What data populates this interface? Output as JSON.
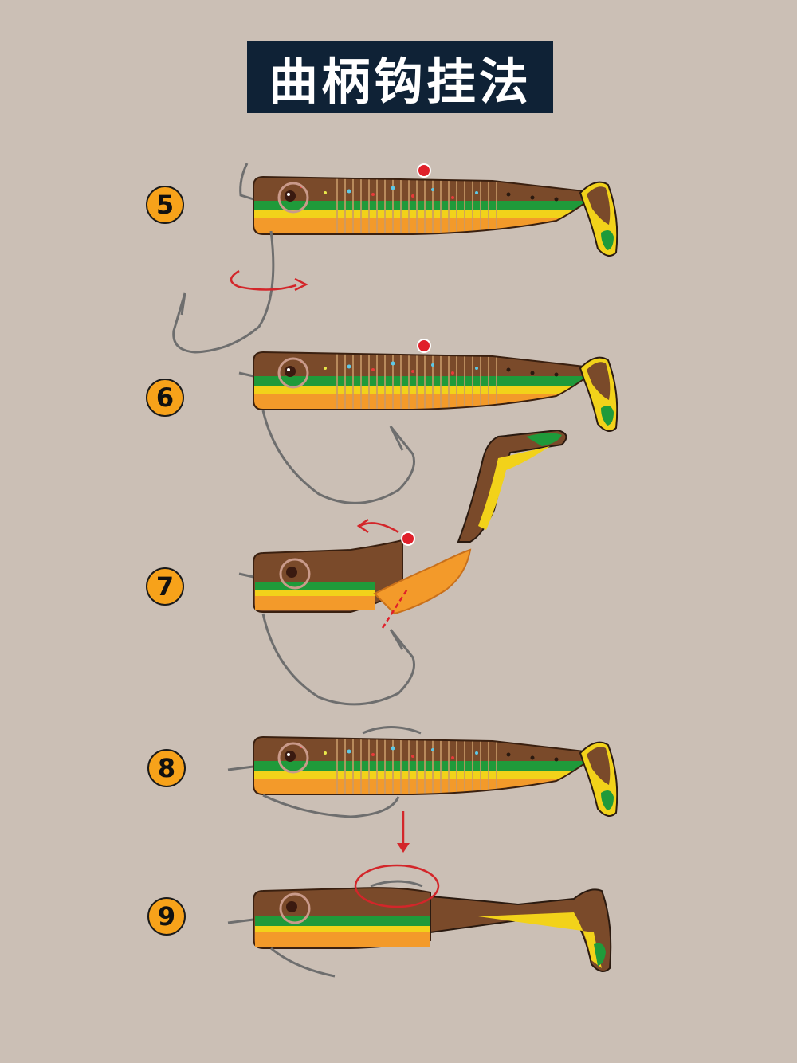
{
  "title": "曲柄钩挂法",
  "steps": [
    {
      "label": "5"
    },
    {
      "label": "6"
    },
    {
      "label": "7"
    },
    {
      "label": "8"
    },
    {
      "label": "9"
    }
  ],
  "colors": {
    "background": "#cbbfb5",
    "title_bg": "#0f2236",
    "badge": "#f7a21a",
    "bait_brown": "#7a4a2a",
    "bait_green": "#1f9a3a",
    "bait_yellow": "#f2d21a",
    "bait_orange": "#f39a2a",
    "hook": "#6e6e6e",
    "marker_red": "#e0202a"
  }
}
